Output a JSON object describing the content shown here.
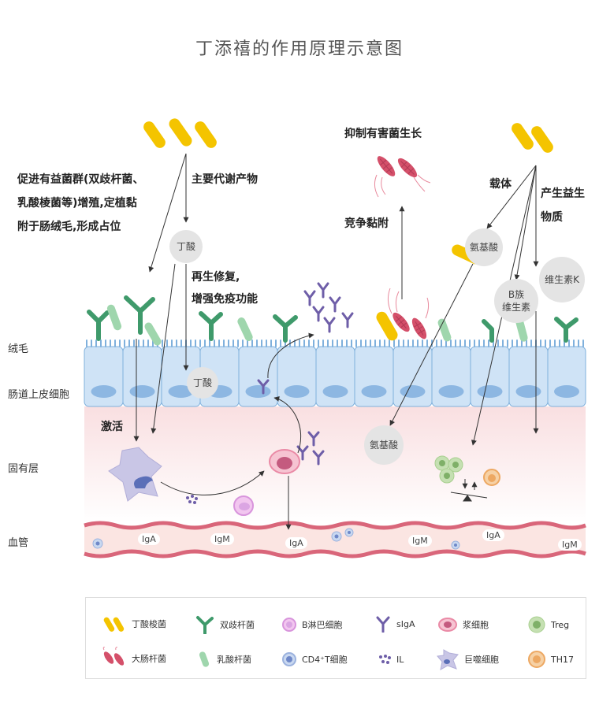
{
  "title": "丁添禧的作用原理示意图",
  "labels": {
    "promote_line1": "促进有益菌群(双歧杆菌、",
    "promote_line2": "乳酸棱菌等)增殖,定植黏",
    "promote_line3": "附于肠绒毛,形成占位",
    "metabolite": "主要代谢产物",
    "repair_line1": "再生修复,",
    "repair_line2": "增强免疫功能",
    "inhibit": "抑制有害菌生长",
    "compete": "竞争黏附",
    "carrier": "载体",
    "beneficial_line1": "产生益生",
    "beneficial_line2": "物质",
    "activate": "激活"
  },
  "bubbles": {
    "butyrate_top": "丁酸",
    "butyrate_cell": "丁酸",
    "amino_top": "氨基酸",
    "amino_bottom": "氨基酸",
    "vitb_line1": "B族",
    "vitb_line2": "维生素",
    "vitk": "维生素K"
  },
  "layers": {
    "villi": "绒毛",
    "epithelium": "肠道上皮细胞",
    "lamina": "固有层",
    "vessel": "血管"
  },
  "vessel_labels": [
    "IgA",
    "IgM",
    "IgA",
    "IgM",
    "IgA",
    "IgM"
  ],
  "legend": [
    {
      "label": "丁酸梭菌",
      "icon": "butyrate-bacteria-icon"
    },
    {
      "label": "双歧杆菌",
      "icon": "bifidobacterium-icon"
    },
    {
      "label": "B淋巴细胞",
      "icon": "b-lymphocyte-icon"
    },
    {
      "label": "sIgA",
      "icon": "siga-icon"
    },
    {
      "label": "浆细胞",
      "icon": "plasma-cell-icon"
    },
    {
      "label": "Treg",
      "icon": "treg-icon"
    },
    {
      "label": "大肠杆菌",
      "icon": "e-coli-icon"
    },
    {
      "label": "乳酸杆菌",
      "icon": "lactobacillus-icon"
    },
    {
      "label": "CD4⁺T细胞",
      "icon": "cd4-t-cell-icon"
    },
    {
      "label": "IL",
      "icon": "interleukin-icon"
    },
    {
      "label": "巨噬细胞",
      "icon": "macrophage-icon"
    },
    {
      "label": "TH17",
      "icon": "th17-icon"
    }
  ],
  "colors": {
    "butyrate": "#f4c400",
    "bifido": "#3f9a6b",
    "lacto": "#9fd6ad",
    "ecoli": "#d4506a",
    "cell_fill": "#cfe3f6",
    "cell_stroke": "#7fb0dc",
    "nucleus": "#8db7e2",
    "lamina": "#fbe9ea",
    "vessel": "#d9667a",
    "siga": "#6e5ea8",
    "macrophage": "#c9c6e6",
    "plasma": "#ea8aa6",
    "treg": "#a8cf8f",
    "th17": "#eda862",
    "bcell": "#dba5e3"
  }
}
